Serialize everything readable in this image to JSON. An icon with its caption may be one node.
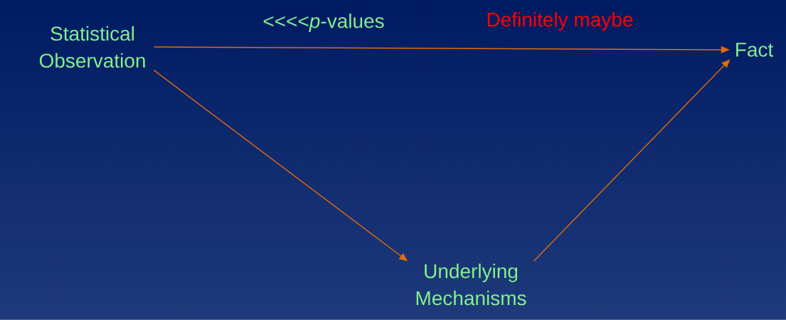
{
  "diagram": {
    "nodes": [
      {
        "text": [
          "Statistical Observation"
        ]
      },
      {
        "text": [
          "Fact"
        ]
      },
      {
        "text": [
          "Underlying Mechanisms"
        ]
      }
    ],
    "edges": [
      {
        "from": 0,
        "to": 1,
        "arrow": "to",
        "label": "<<<<*p*-values"
      },
      {
        "from": 0,
        "to": 2,
        "arrow": "to"
      },
      {
        "from": 2,
        "to": 1,
        "arrow": "to"
      }
    ],
    "labels": [
      "Definitely maybe"
    ]
  }
}
